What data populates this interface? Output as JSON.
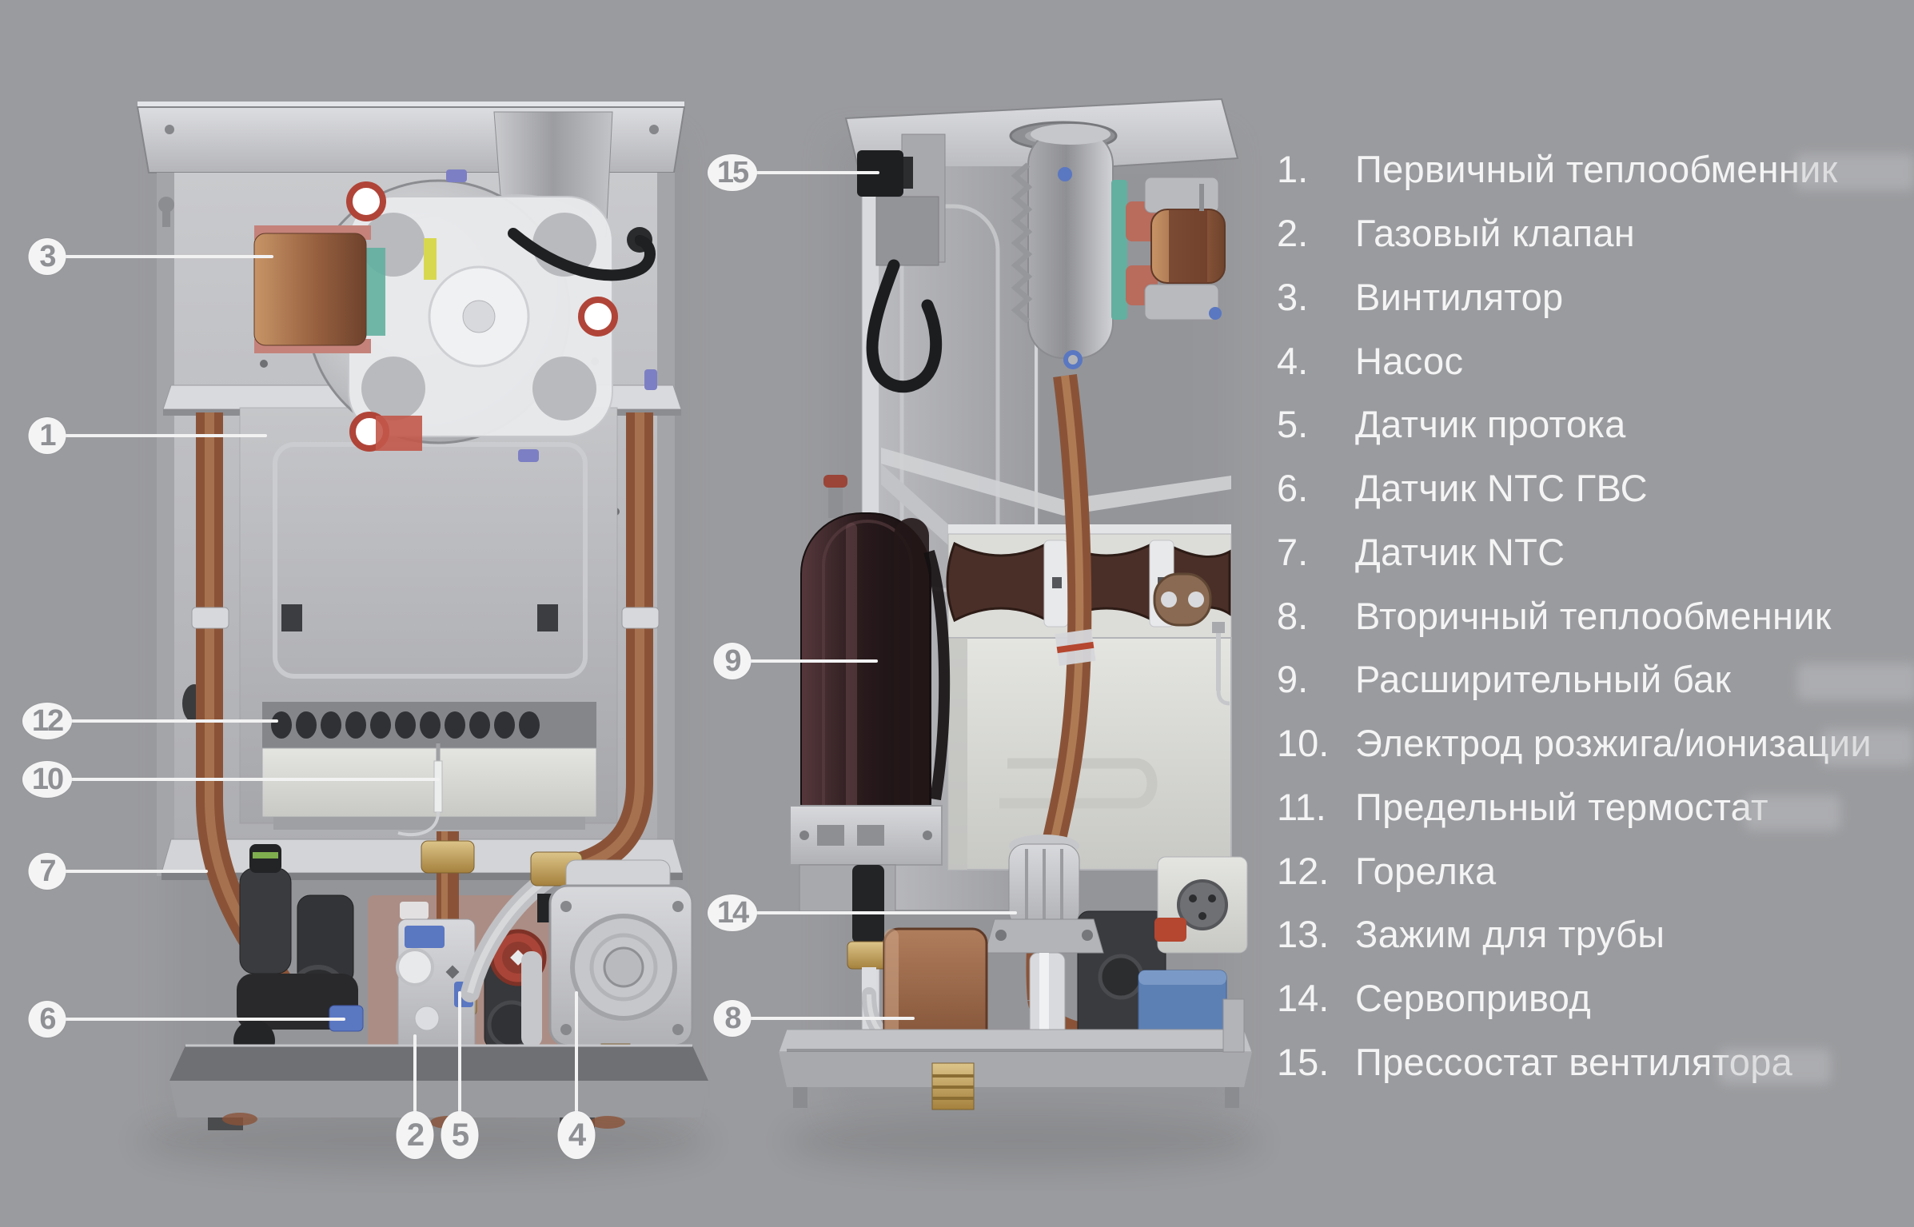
{
  "page": {
    "background_color": "#9a9b9e",
    "description_type": "boiler-internal-parts-diagram"
  },
  "palette": {
    "legend_text": "#f4f4f5",
    "callout_fill": "#f4f4f5",
    "callout_number": "#8e9094",
    "leader_line": "#f2f2f3",
    "copper": "#8a5338",
    "brass": "#b99a5c",
    "expansion_tank": "#2a1b1d",
    "accent_blue": "#5a77c2",
    "accent_red": "#a84538",
    "accent_teal": "#63b0a0"
  },
  "legend": {
    "items": [
      {
        "number": "1.",
        "label": "Первичный теплообменник"
      },
      {
        "number": "2.",
        "label": "Газовый клапан"
      },
      {
        "number": "3.",
        "label": "Винтилятор"
      },
      {
        "number": "4.",
        "label": "Насос"
      },
      {
        "number": "5.",
        "label": "Датчик протока"
      },
      {
        "number": "6.",
        "label": "Датчик NTC ГВС"
      },
      {
        "number": "7.",
        "label": "Датчик NTC"
      },
      {
        "number": "8.",
        "label": "Вторичный теплообменник"
      },
      {
        "number": "9.",
        "label": "Расширительный бак"
      },
      {
        "number": "10.",
        "label": "Электрод розжига/ионизации"
      },
      {
        "number": "11.",
        "label": "Предельный термостат"
      },
      {
        "number": "12.",
        "label": "Горелка"
      },
      {
        "number": "13.",
        "label": "Зажим для трубы"
      },
      {
        "number": "14.",
        "label": "Сервопривод"
      },
      {
        "number": "15.",
        "label": "Прессостат вентилятора"
      }
    ]
  },
  "callouts": {
    "items": [
      {
        "number": "3"
      },
      {
        "number": "1"
      },
      {
        "number": "12"
      },
      {
        "number": "10"
      },
      {
        "number": "7"
      },
      {
        "number": "6"
      },
      {
        "number": "2"
      },
      {
        "number": "5"
      },
      {
        "number": "4"
      },
      {
        "number": "15"
      },
      {
        "number": "9"
      },
      {
        "number": "14"
      },
      {
        "number": "8"
      }
    ]
  }
}
